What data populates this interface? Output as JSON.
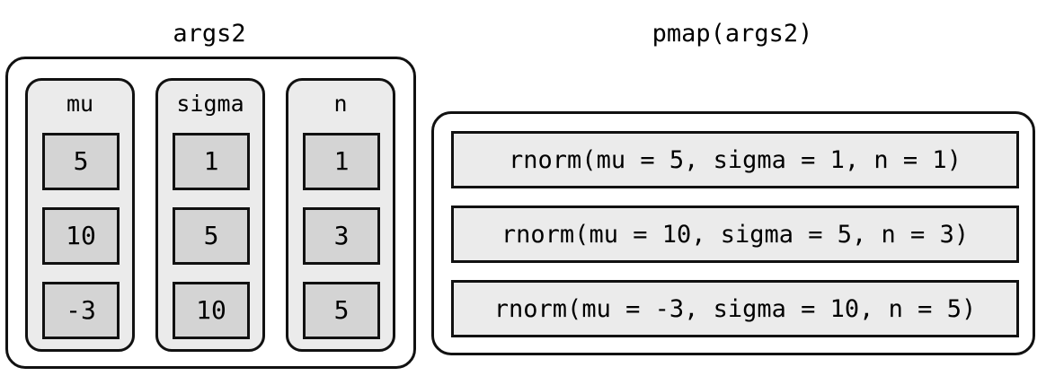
{
  "left_panel": {
    "title": "args2",
    "columns": [
      {
        "label": "mu",
        "values": [
          "5",
          "10",
          "-3"
        ]
      },
      {
        "label": "sigma",
        "values": [
          "1",
          "5",
          "10"
        ]
      },
      {
        "label": "n",
        "values": [
          "1",
          "3",
          "5"
        ]
      }
    ]
  },
  "right_panel": {
    "title": "pmap(args2)",
    "calls": [
      "rnorm(mu = 5, sigma = 1, n = 1)",
      "rnorm(mu = 10, sigma = 5, n = 3)",
      "rnorm(mu = -3, sigma = 10, n = 5)"
    ]
  },
  "colors": {
    "page_background": "#ffffff",
    "outer_container_fill": "#ffffff",
    "column_fill": "#ebebeb",
    "cell_fill": "#d4d4d4",
    "call_row_fill": "#ebebeb",
    "stroke": "#111111",
    "text": "#000000"
  }
}
